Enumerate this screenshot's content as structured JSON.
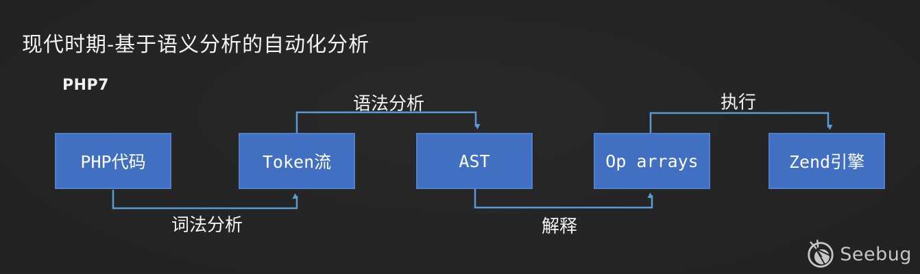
{
  "title": "现代时期-基于语义分析的自动化分析",
  "subtitle": "PHP7",
  "diagram": {
    "nodes": [
      {
        "id": "php-code",
        "label": "PHP代码"
      },
      {
        "id": "token-stream",
        "label": "Token流"
      },
      {
        "id": "ast",
        "label": "AST"
      },
      {
        "id": "op-arrays",
        "label": "Op arrays"
      },
      {
        "id": "zend-engine",
        "label": "Zend引擎"
      }
    ],
    "edges": [
      {
        "from": "PHP代码",
        "to": "Token流",
        "label": "词法分析"
      },
      {
        "from": "Token流",
        "to": "AST",
        "label": "语法分析"
      },
      {
        "from": "AST",
        "to": "Op arrays",
        "label": "解释"
      },
      {
        "from": "Op arrays",
        "to": "Zend引擎",
        "label": "执行"
      }
    ]
  },
  "logo": {
    "text": "Seebug"
  },
  "colors": {
    "background": "#222222",
    "node_fill": "#4170c2",
    "node_border": "#4f80d0",
    "arrow": "#5b9bd5",
    "text": "#f4f4f4",
    "logo": "#c6c6c6"
  }
}
